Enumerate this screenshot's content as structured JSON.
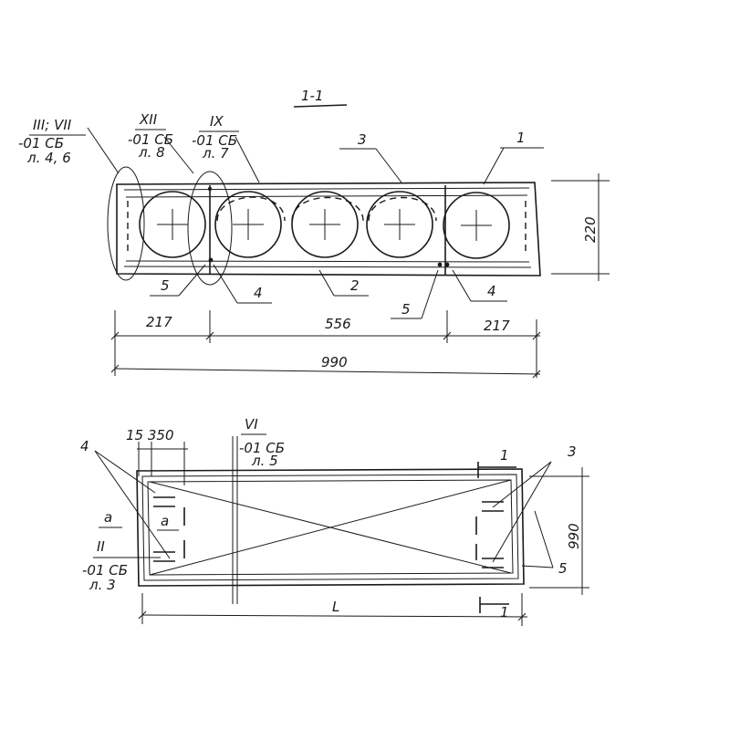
{
  "section": {
    "title": "1-1",
    "ref_left": {
      "roman": "III; VII",
      "sheet": "-01 СБ",
      "list": "л. 4, 6"
    },
    "ref_xii": {
      "roman": "XII",
      "sheet": "-01 СБ",
      "list": "л. 8"
    },
    "ref_ix": {
      "roman": "IX",
      "sheet": "-01 СБ",
      "list": "л. 7"
    },
    "callouts": {
      "c1": "1",
      "c2": "2",
      "c3": "3",
      "c4a": "4",
      "c4b": "4",
      "c5a": "5",
      "c5b": "5"
    },
    "dims": {
      "height": "220",
      "left": "217",
      "middle": "556",
      "right": "217",
      "total": "990"
    }
  },
  "plan": {
    "dim_top": "15 350",
    "ref_vi": {
      "roman": "VI",
      "sheet": "-01 СБ",
      "list": "л. 5"
    },
    "ref_ii": {
      "roman": "II",
      "sheet": "-01 СБ",
      "list": "л. 3"
    },
    "label_a_outer": "а",
    "label_a_inner": "а",
    "callouts": {
      "c4": "4",
      "c3": "3",
      "c5": "5"
    },
    "section_mark_top": "1",
    "section_mark_bottom": "1",
    "dim_height": "990",
    "dim_length": "L"
  }
}
